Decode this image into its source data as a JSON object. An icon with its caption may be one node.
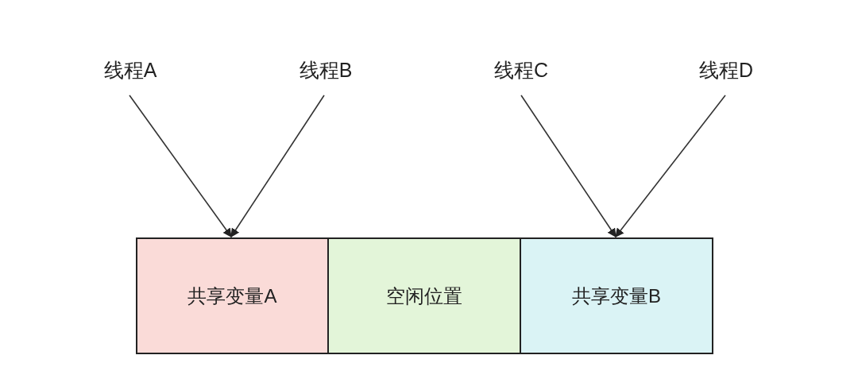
{
  "diagram": {
    "nodes": [
      {
        "text": [
          "线程A"
        ]
      },
      {
        "text": [
          "线程B"
        ]
      },
      {
        "text": [
          "线程C"
        ]
      },
      {
        "text": [
          "线程D"
        ]
      },
      {
        "text": [
          "共享变量A"
        ]
      },
      {
        "text": [
          "空闲位置"
        ]
      },
      {
        "text": [
          "共享变量B"
        ]
      }
    ],
    "edges": [
      {
        "from": 0,
        "to": 4,
        "arrow": "to"
      },
      {
        "from": 1,
        "to": 4,
        "arrow": "to"
      },
      {
        "from": 2,
        "to": 6,
        "arrow": "to"
      },
      {
        "from": 3,
        "to": 6,
        "arrow": "to"
      }
    ]
  }
}
